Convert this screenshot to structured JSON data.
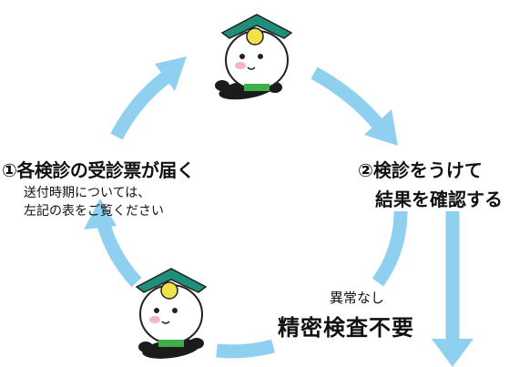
{
  "steps": {
    "step1_title": "①各検診の受診票が届く",
    "step1_note_line1": "送付時期については、",
    "step1_note_line2": "左記の表をご覧ください",
    "step2_title_line1": "②検診をうけて",
    "step2_title_line2": "結果を確認する"
  },
  "result": {
    "status_small": "異常なし",
    "status_big": "精密検査不要"
  },
  "colors": {
    "arrow": "#8fd0f0",
    "text": "#111111",
    "mascot_hat": "#1f8f7a",
    "mascot_badge": "#f2e24a",
    "mascot_vest": "#1b1b1b",
    "mascot_cheek": "#f4b6c2"
  },
  "icons": {
    "mascot": "mascot-character-icon",
    "arrow": "cycle-arrow-icon"
  }
}
